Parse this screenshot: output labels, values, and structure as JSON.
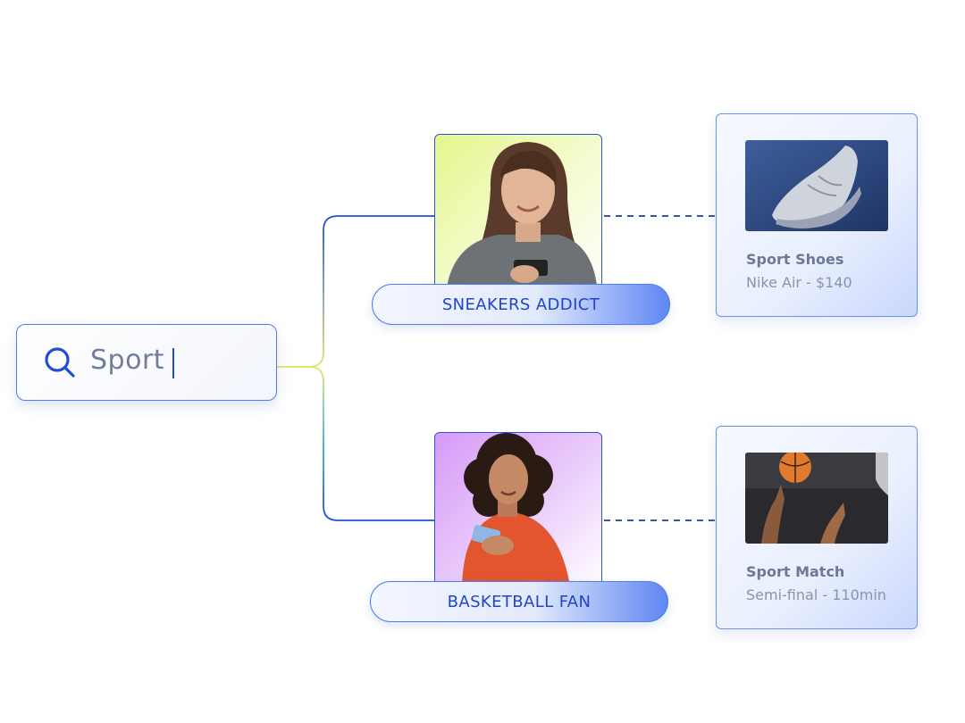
{
  "search": {
    "query": "Sport",
    "icon": "search-icon"
  },
  "personas": [
    {
      "label": "SNEAKERS ADDICT",
      "bg_color": "#e7f68c"
    },
    {
      "label": "BASKETBALL FAN",
      "bg_color": "#d79af7"
    }
  ],
  "products": [
    {
      "name": "Sport Shoes",
      "detail": "Nike Air -  $140"
    },
    {
      "name": "Sport Match",
      "detail": "Semi-final - 110min"
    }
  ],
  "colors": {
    "accent": "#2756d8",
    "line_gradient_top": "#c8e86a",
    "line_gradient_bottom": "#3aa8e0"
  }
}
